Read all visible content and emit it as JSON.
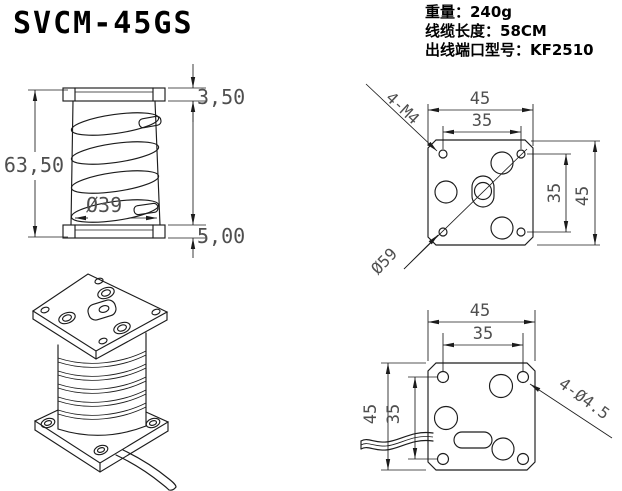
{
  "title": "SVCM-45GS",
  "specs": {
    "weight": "重量：240g",
    "cable_length": "线缆长度：58CM",
    "connector_model": "出线端口型号：KF2510"
  },
  "views": {
    "side": {
      "dims": {
        "top_plate_thickness": "3,50",
        "total_height": "63,50",
        "spring_diameter": "Ø39",
        "bottom_plate_thickness": "5,00"
      }
    },
    "top": {
      "dims": {
        "width": "45",
        "hole_spacing_horizontal": "35",
        "hole_spacing_vertical": "35",
        "height": "45"
      },
      "labels": {
        "corner_holes": "4-M4",
        "diagonal_diameter": "Ø59"
      }
    },
    "bottom": {
      "dims": {
        "width": "45",
        "hole_spacing_horizontal": "35",
        "height": "45",
        "hole_spacing_vertical": "35"
      },
      "labels": {
        "corner_holes": "4-Ø4.5"
      }
    }
  },
  "colors": {
    "line": "#1c1c1c",
    "dimension_text": "#4f4f4f",
    "background": "#ffffff"
  }
}
